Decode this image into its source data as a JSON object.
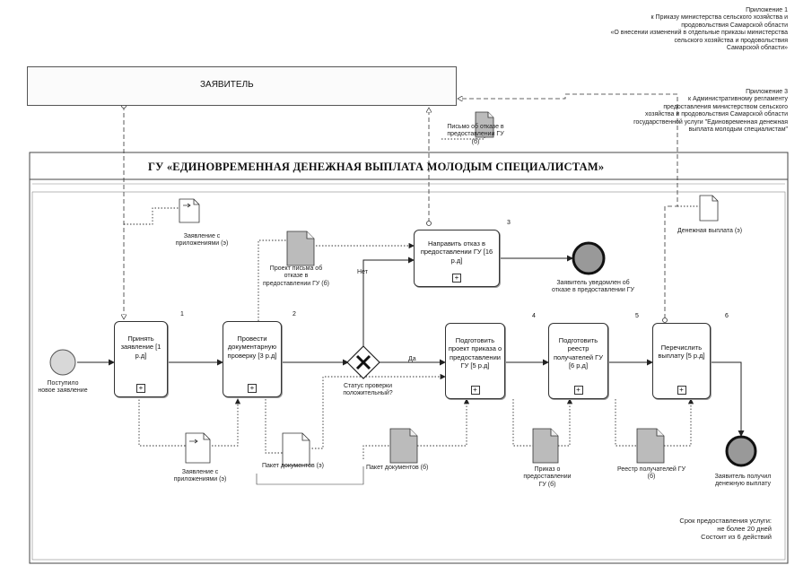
{
  "annex1": {
    "line1": "Приложение 1",
    "line2": "к Приказу министерства сельского хозяйства и",
    "line3": "продовольствия Самарской области",
    "line4": "«О внесении изменений в отдельные приказы министерства",
    "line5": "сельского хозяйства и продовольствия",
    "line6": "Самарской области»"
  },
  "annex3": {
    "line1": "Приложение 3",
    "line2": "к Административному регламенту",
    "line3": "предоставления министерством сельского",
    "line4": "хозяйства и продовольствия Самарской области",
    "line5": "государственной услуги \"Единовременная денежная",
    "line6": "выплата молодым специалистам\""
  },
  "applicant": "ЗАЯВИТЕЛЬ",
  "pool_title": "ГУ «ЕДИНОВРЕМЕННАЯ ДЕНЕЖНАЯ  ВЫПЛАТА    МОЛОДЫМ СПЕЦИАЛИСТАМ»",
  "start_event": "Поступило новое заявление",
  "tasks": [
    {
      "num": "1",
      "label": "Принять заявление [1 р.д]"
    },
    {
      "num": "2",
      "label": "Провести документарную проверку [3 р.д]"
    },
    {
      "num": "3",
      "label": "Направить отказ в предоставлении ГУ [16 р.д]"
    },
    {
      "num": "4",
      "label": "Подготовить проект приказа о предоставлении ГУ [5 р.д]"
    },
    {
      "num": "5",
      "label": "Подготовить реестр получателей ГУ [6 р.д]"
    },
    {
      "num": "6",
      "label": "Перечислить выплату [5 р.д]"
    }
  ],
  "gateway": {
    "label": "Статус проверки положительный?",
    "no": "Нет",
    "yes": "Да"
  },
  "end_events": {
    "refused": "Заявитель уведомлен об отказе в предоставлении ГУ",
    "paid": "Заявитель получил денежную выплату"
  },
  "documents": {
    "app_top": "Заявление с приложениями (э)",
    "app_bottom": "Заявление с приложениями (э)",
    "refusal_draft": "Проект письма об отказе в предоставлении ГУ (б)",
    "refusal_letter": "Письмо об отказе в предоставлении ГУ (б)",
    "package_e": "Пакет документов (э)",
    "package_b": "Пакет документов (б)",
    "order": "Приказ о предоставлении ГУ (б)",
    "registry": "Реестр получателей ГУ (б)",
    "payment": "Денежная выплата (э)"
  },
  "footer": {
    "line1": "Срок предоставления услуги:",
    "line2": "не более 20 дней",
    "line3": "Состоит из 6 действий"
  }
}
